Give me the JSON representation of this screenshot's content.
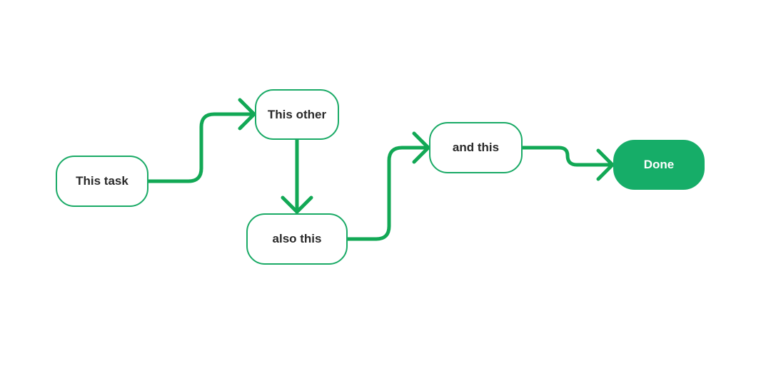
{
  "diagram": {
    "accent_color": "#16ad68",
    "connector_color": "#12a855",
    "nodes": [
      {
        "id": "task",
        "label": "This task",
        "style": "outline"
      },
      {
        "id": "other",
        "label": "This other",
        "style": "outline"
      },
      {
        "id": "also",
        "label": "also this",
        "style": "outline"
      },
      {
        "id": "and",
        "label": "and this",
        "style": "outline"
      },
      {
        "id": "done",
        "label": "Done",
        "style": "filled"
      }
    ],
    "edges": [
      {
        "from": "task",
        "to": "other"
      },
      {
        "from": "other",
        "to": "also"
      },
      {
        "from": "also",
        "to": "and"
      },
      {
        "from": "and",
        "to": "done"
      }
    ]
  }
}
